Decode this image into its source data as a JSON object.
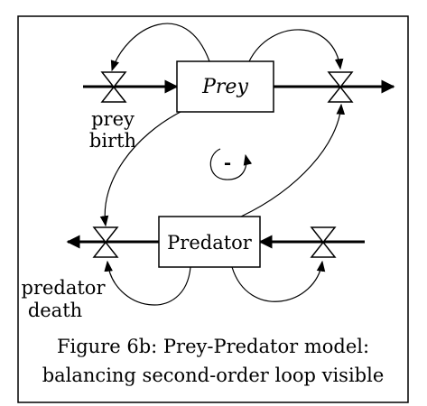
{
  "diagram": {
    "stocks": {
      "prey": "Prey",
      "predator": "Predator"
    },
    "flows": {
      "prey_birth": [
        "prey",
        "birth"
      ],
      "predator_death": [
        "predator",
        "death"
      ]
    },
    "loop": {
      "polarity": "-"
    }
  },
  "caption": {
    "line1": "Figure 6b: Prey-Predator model:",
    "line2": "balancing second-order loop visible"
  }
}
